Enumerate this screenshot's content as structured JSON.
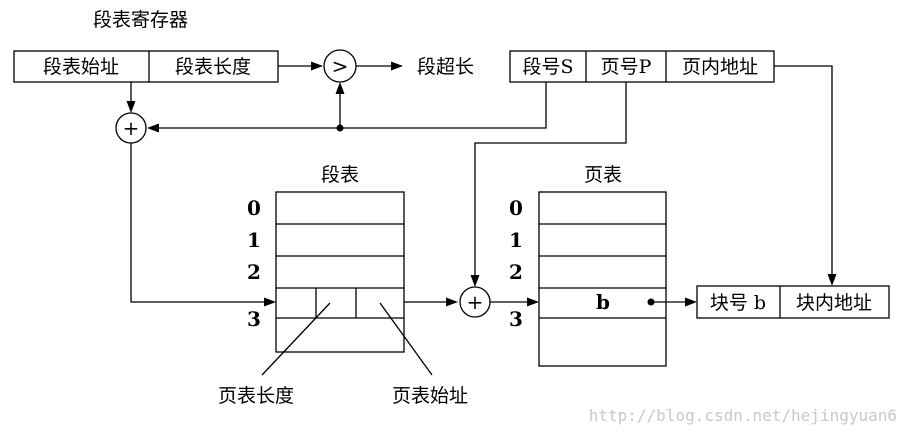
{
  "segment_register": {
    "title": "段表寄存器",
    "fields": [
      "段表始址",
      "段表长度"
    ]
  },
  "compare_symbol": ">",
  "overflow_label": "段超长",
  "logical_address": {
    "fields": [
      "段号S",
      "页号P",
      "页内地址"
    ]
  },
  "adder_symbol": "+",
  "segment_table": {
    "title": "段表",
    "indices": [
      "0",
      "1",
      "2",
      "3"
    ],
    "annotations": [
      "页表长度",
      "页表始址"
    ]
  },
  "page_table": {
    "title": "页表",
    "indices": [
      "0",
      "1",
      "2",
      "3"
    ],
    "entry_value": "b"
  },
  "physical_address": {
    "fields": [
      "块号 b",
      "块内地址"
    ]
  },
  "watermark": "http://blog.csdn.net/hejingyuan6"
}
